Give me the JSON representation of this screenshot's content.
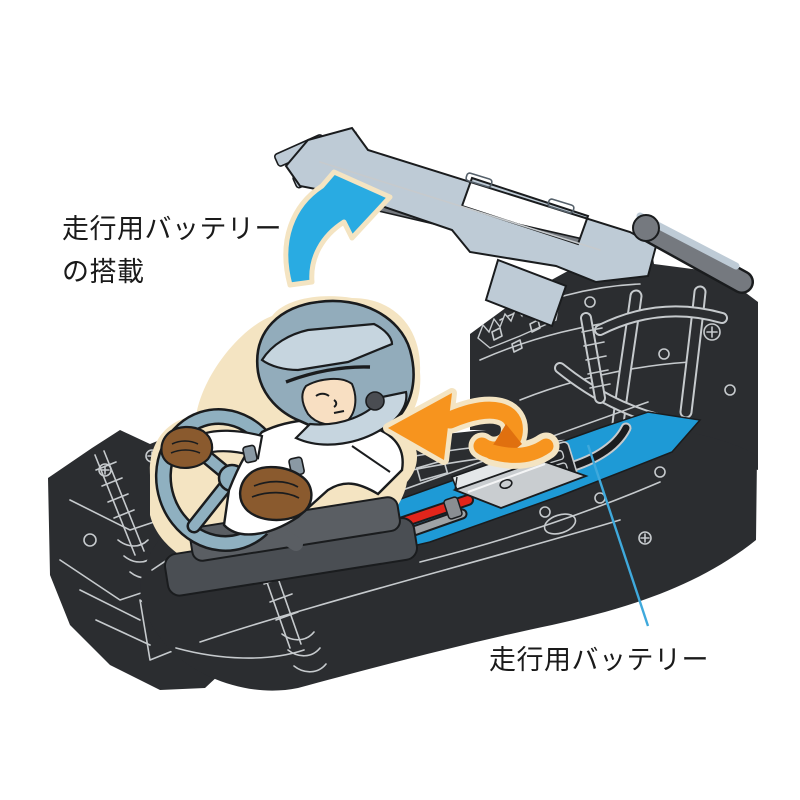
{
  "figure": {
    "caption_line1": "走行用バッテリー",
    "caption_line2": "の搭載",
    "battery_label": "走行用バッテリー"
  },
  "icons": {
    "lift_arrow": "curved-up-arrow",
    "insert_arrow": "curved-ribbon-arrow",
    "leader": "label-leader-line"
  },
  "colors": {
    "arrow-blue": "#29ABE2",
    "battery-blue": "#1E9AD6",
    "arrow-orange": "#F7941E",
    "arrow-orange-shade": "#E0700F",
    "outline-cream": "#F4E4C2",
    "chassis-dark": "#2B2D30",
    "line-light": "#C6CACD",
    "holder-gray": "#BECBD6",
    "holder-dark": "#75797F",
    "helmet-main": "#92ACBB",
    "helmet-light": "#C6D5DF",
    "skin": "#F8DFC2",
    "glove-brown": "#8A5A2E",
    "wheel-gray": "#8FB0C0",
    "wire-red": "#E1251B",
    "wire-gray": "#9FA3A6",
    "connector-silver": "#C9CDD0",
    "connector-black": "#232528",
    "text-black": "#1A1A1A",
    "leader-blue": "#3FA9DC"
  }
}
